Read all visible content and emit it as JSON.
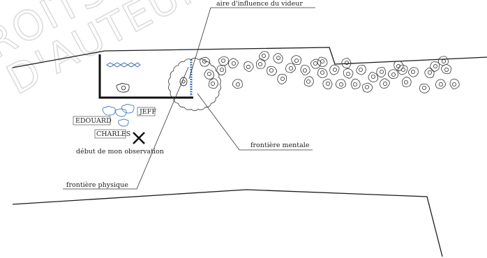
{
  "watermark": {
    "text": "DROITS D'AUTEUR",
    "color": "#d8d8d8"
  },
  "labels": {
    "influence": "aire d'influence du videur",
    "mental": "frontière mentale",
    "physical": "frontière physique",
    "start": "début de mon observation",
    "jeff": "JEFF",
    "edouard": "EDOUARD",
    "charles": "CHARLES"
  },
  "colors": {
    "ink": "#1a1a1a",
    "barrier": "#111111",
    "queue_rope": "#3b6fb0",
    "friends": "#4a7fc1",
    "crowd": "#333333"
  },
  "icons": {
    "bouncer": "person-topview-icon",
    "friend": "person-topview-icon",
    "crowd": "person-topview-icon",
    "start": "x-mark-icon"
  }
}
